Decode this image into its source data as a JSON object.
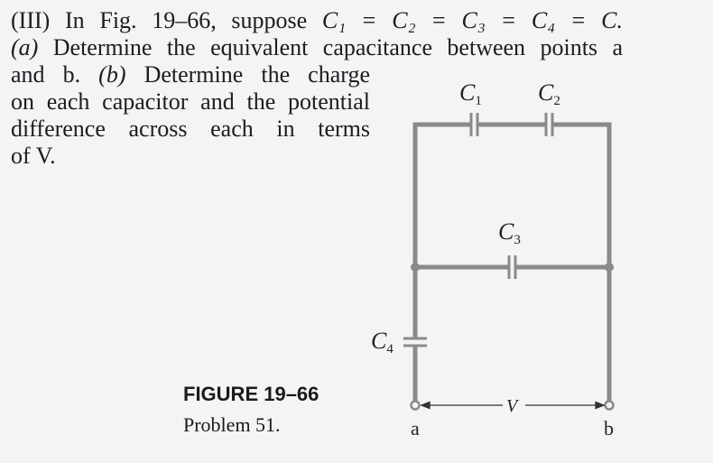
{
  "problem": {
    "level": "(III)",
    "intro_pre": "In Fig. 19–66, suppose",
    "equality": "C₁ = C₂ = C₃ = C₄ = C.",
    "part_a_label": "(a)",
    "part_a": "Determine the equivalent capacitance between points a",
    "part_a_cont": "and b.",
    "part_b_label": "(b)",
    "part_b_1": "Determine the charge",
    "part_b_2": "on each capacitor and the potential",
    "part_b_3": "difference across each in terms",
    "part_b_4": "of V."
  },
  "figure": {
    "number": "FIGURE 19–66",
    "caption": "Problem 51.",
    "labels": {
      "c1_main": "C",
      "c1_sub": "1",
      "c2_main": "C",
      "c2_sub": "2",
      "c3_main": "C",
      "c3_sub": "3",
      "c4_main": "C",
      "c4_sub": "4",
      "point_a": "a",
      "point_b": "b",
      "voltage": "V"
    }
  },
  "colors": {
    "wire": "#8a8a8a",
    "text": "#1c1c22",
    "background": "#f3f4f4"
  }
}
